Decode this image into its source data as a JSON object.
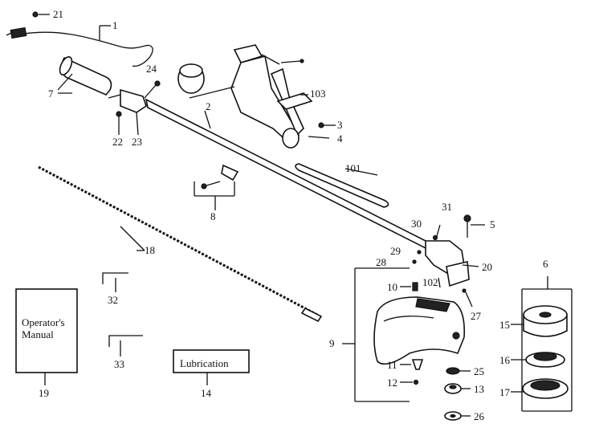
{
  "part_numbers": {
    "p1": "1",
    "p2": "2",
    "p3": "3",
    "p4": "4",
    "p5": "5",
    "p6": "6",
    "p7": "7",
    "p8": "8",
    "p9": "9",
    "p10": "10",
    "p11": "11",
    "p12": "12",
    "p13": "13",
    "p14": "14",
    "p15": "15",
    "p16": "16",
    "p17": "17",
    "p18": "18",
    "p19": "19",
    "p20": "20",
    "p21": "21",
    "p22": "22",
    "p23": "23",
    "p24": "24",
    "p25": "25",
    "p26": "26",
    "p27": "27",
    "p28": "28",
    "p29": "29",
    "p30": "30",
    "p31": "31",
    "p32": "32",
    "p33": "33",
    "p101": "101",
    "p102": "102",
    "p103": "103"
  },
  "boxes": {
    "manual": [
      "Operator's",
      "Manual"
    ],
    "lubrication": "Lubrication"
  }
}
